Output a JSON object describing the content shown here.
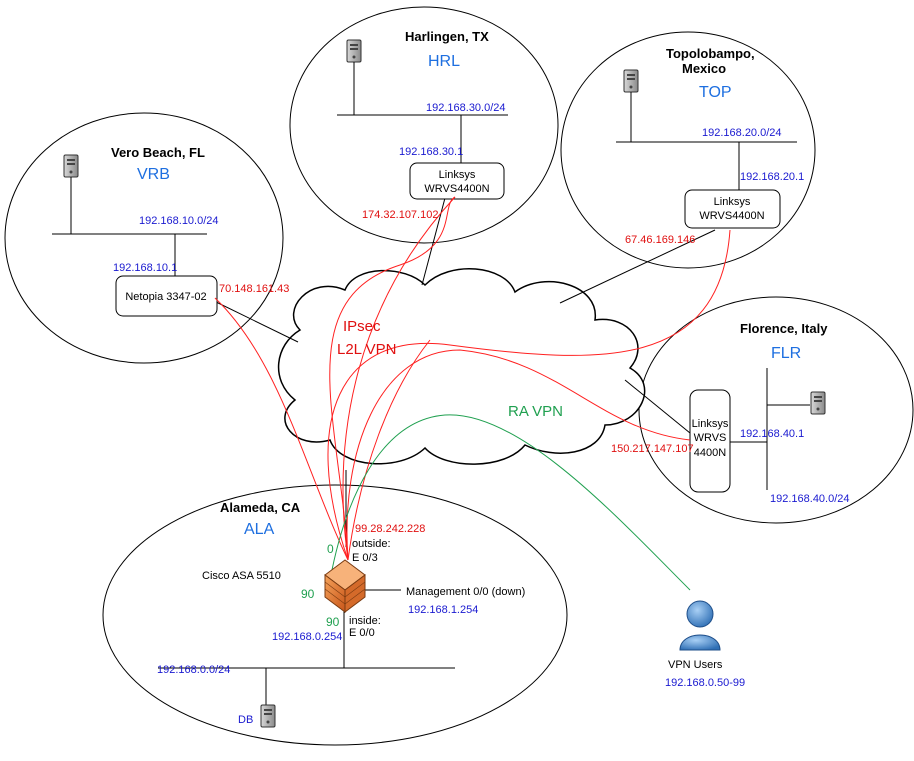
{
  "colors": {
    "site_code": "#1e6fe0",
    "subnet_label": "#1a1ad0",
    "vpn_tunnel": "#ff2020",
    "remote_access": "#20a050"
  },
  "sites": {
    "harlingen": {
      "name": "Harlingen, TX",
      "code": "HRL",
      "lan": "192.168.30.0/24",
      "gateway": "192.168.30.1",
      "router": [
        "Linksys",
        "WRVS4400N"
      ],
      "wan_ip": "174.32.107.102"
    },
    "topolobampo": {
      "name_lines": [
        "Topolobampo,",
        "Mexico"
      ],
      "code": "TOP",
      "lan": "192.168.20.0/24",
      "gateway": "192.168.20.1",
      "router": [
        "Linksys",
        "WRVS4400N"
      ],
      "wan_ip": "67.46.169.146"
    },
    "vero_beach": {
      "name": "Vero Beach, FL",
      "code": "VRB",
      "lan": "192.168.10.0/24",
      "gateway": "192.168.10.1",
      "router": "Netopia 3347-02",
      "wan_ip": "70.148.161.43"
    },
    "florence": {
      "name": "Florence, Italy",
      "code": "FLR",
      "gateway": "192.168.40.1",
      "lan": "192.168.40.0/24",
      "router": [
        "Linksys",
        "WRVS",
        "4400N"
      ],
      "wan_ip": "150.217.147.107"
    },
    "alameda": {
      "name": "Alameda, CA",
      "code": "ALA",
      "firewall": "Cisco ASA 5510",
      "outside_ip": "99.28.242.228",
      "outside_if": [
        "outside:",
        "E 0/3"
      ],
      "inside_if": [
        "inside:",
        "E 0/0"
      ],
      "inside_ip": "192.168.0.254",
      "management": "Management 0/0 (down)",
      "management_ip": "192.168.1.254",
      "lan": "192.168.0.0/24",
      "server": "DB",
      "security_levels": {
        "outside": "0",
        "management": "90",
        "inside": "90"
      }
    }
  },
  "cloud": {
    "ipsec_lines": [
      "IPsec",
      "L2L VPN"
    ],
    "ra_vpn": "RA VPN"
  },
  "vpn_users": {
    "label": "VPN Users",
    "pool": "192.168.0.50-99"
  }
}
